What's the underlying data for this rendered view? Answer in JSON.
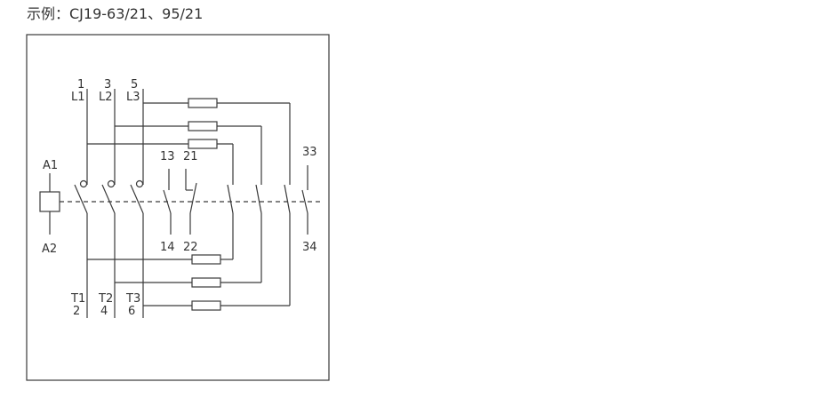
{
  "caption": "示例：CJ19-63/21、95/21",
  "labels": {
    "top_numbers": [
      "1",
      "3",
      "5"
    ],
    "top_lines": [
      "L1",
      "L2",
      "L3"
    ],
    "bottom_lines": [
      "T1",
      "T2",
      "T3"
    ],
    "bottom_numbers": [
      "2",
      "4",
      "6"
    ],
    "coil_top": "A1",
    "coil_bottom": "A2",
    "aux_no_top": "13",
    "aux_no_bottom": "14",
    "aux_nc_top": "21",
    "aux_nc_bottom": "22",
    "aux_no2_top": "33",
    "aux_no2_bottom": "34"
  }
}
